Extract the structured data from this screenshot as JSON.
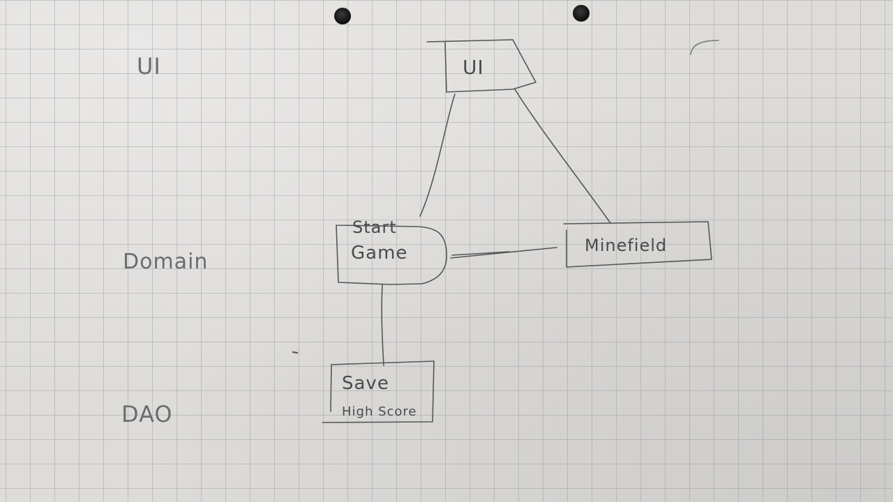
{
  "layers": {
    "ui": "UI",
    "domain": "Domain",
    "dao": "DAO"
  },
  "boxes": {
    "ui": "UI",
    "start_game_line1": "Start",
    "start_game_line2": "Game",
    "minefield": "Minefield",
    "save_line1": "Save",
    "save_line2": "High Score"
  },
  "colors": {
    "paper": "#dedcd9",
    "pencil": "#4a4a4f"
  }
}
